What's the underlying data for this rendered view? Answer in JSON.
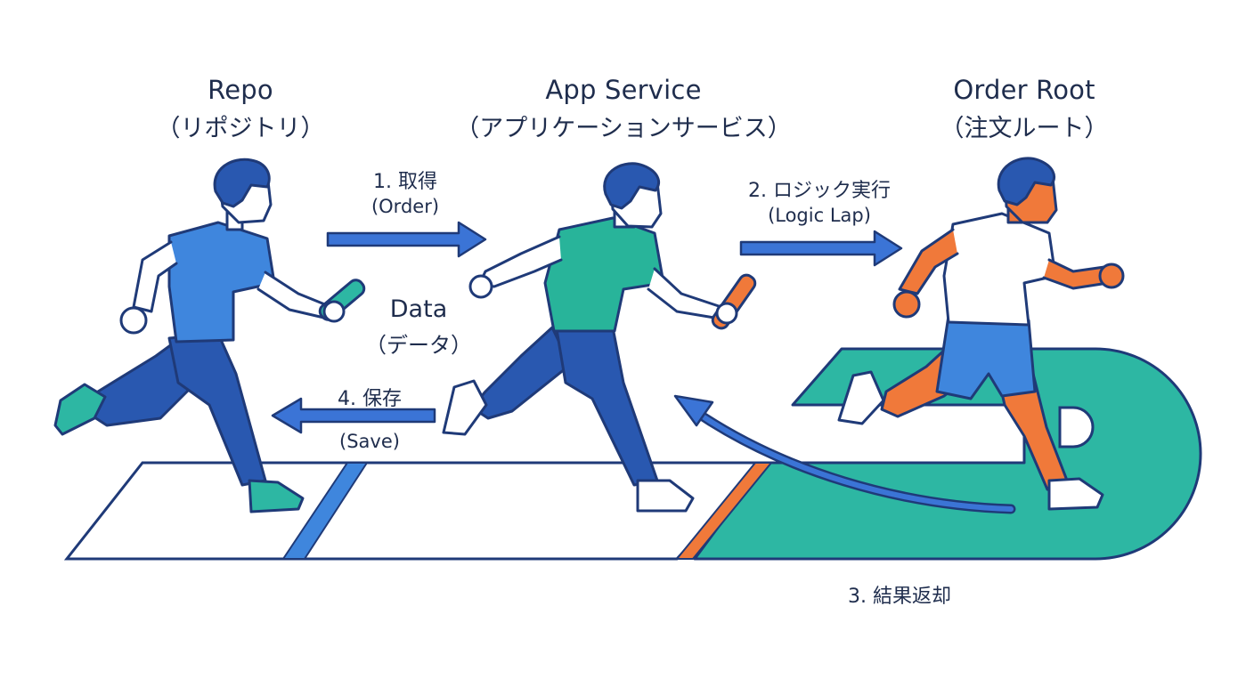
{
  "roles": {
    "repo": {
      "name": "Repo",
      "ja": "（リポジトリ）"
    },
    "app": {
      "name": "App Service",
      "ja": "（アプリケーションサービス）"
    },
    "root": {
      "name": "Order Root",
      "ja": "（注文ルート）"
    }
  },
  "steps": {
    "get": {
      "label": "1. 取得",
      "sub": "(Order)"
    },
    "logic": {
      "label": "2. ロジック実行",
      "sub": "(Logic Lap)"
    },
    "result": {
      "label": "3. 結果返却"
    },
    "save": {
      "label": "4. 保存",
      "sub": "(Save)"
    }
  },
  "baton": {
    "label": "Data",
    "sub": "（データ）"
  },
  "colors": {
    "outline": "#1f3a78",
    "arrow": "#3b74d6",
    "teal": "#2db7a3",
    "orange": "#f0793a",
    "blue_shirt": "#3f86dd",
    "green_shirt": "#28b49a",
    "pants": "#2958b0",
    "skin": "#ffffff"
  }
}
